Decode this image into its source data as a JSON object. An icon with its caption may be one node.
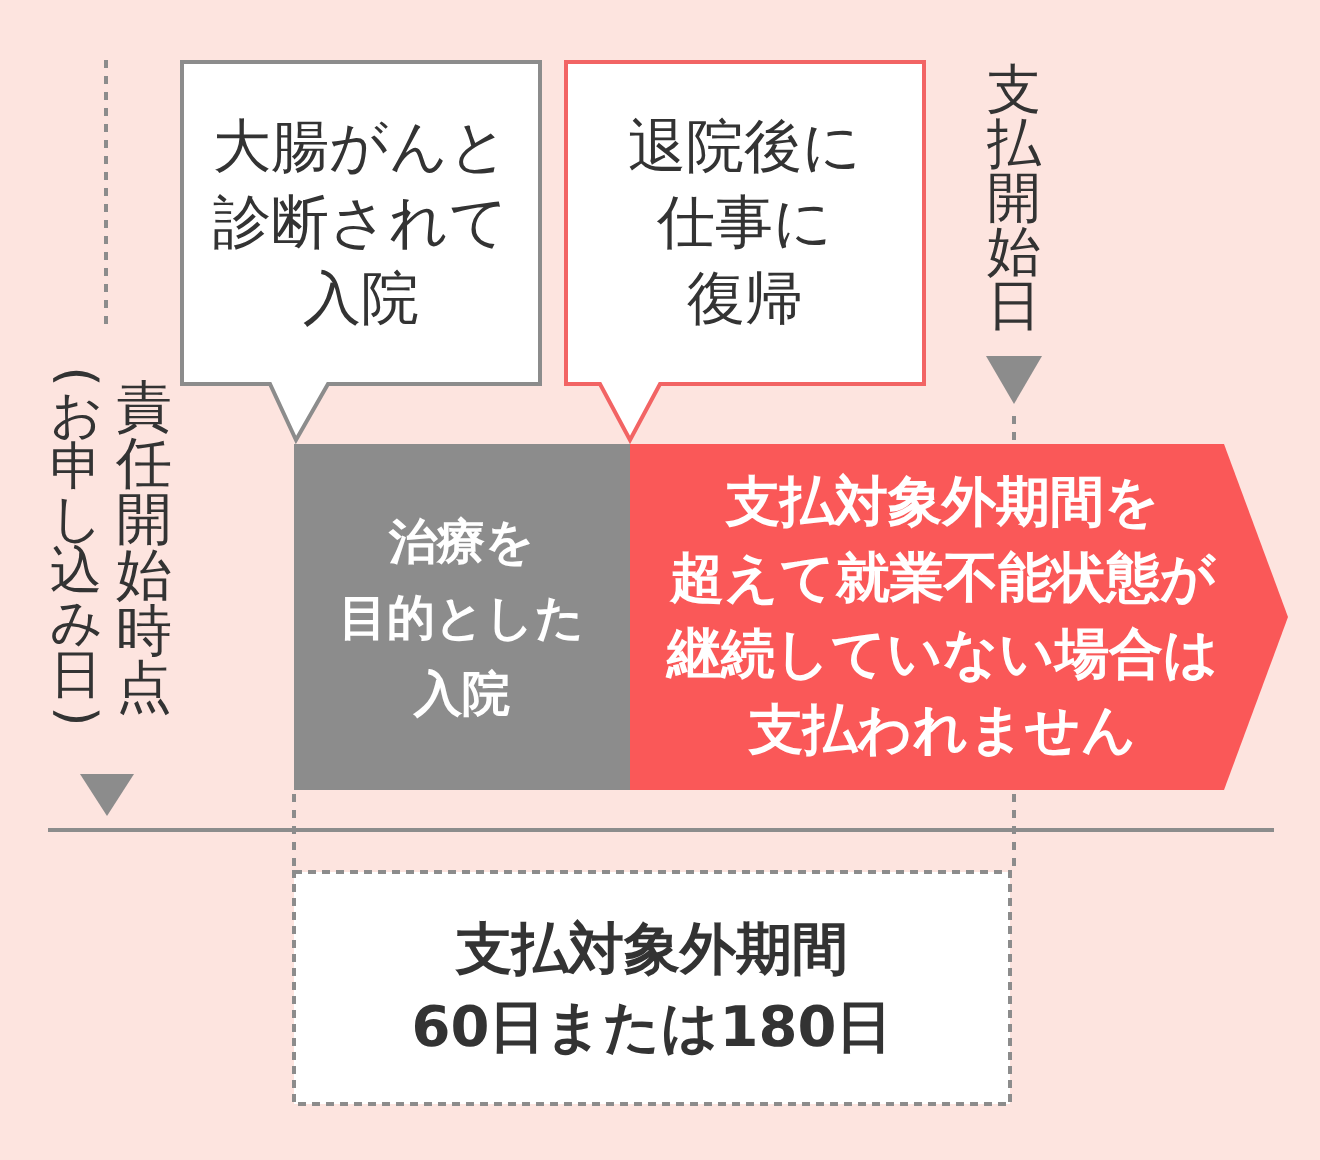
{
  "diagram": {
    "nodes": [
      {
        "text": [
          "大腸がんと診断されて入院"
        ]
      },
      {
        "text": [
          "退院後に仕事に復帰"
        ]
      },
      {
        "text": [
          "治療を目的とした入院"
        ]
      },
      {
        "text": [
          "支払対象外期間を超えて就業不能状態が継続していない場合は支払われません"
        ]
      },
      {
        "text": [
          "支払対象外期間",
          "60日または180日"
        ]
      }
    ],
    "labels": [
      "責任開始時点",
      "(お申し込み日)",
      "支払開始日"
    ]
  }
}
